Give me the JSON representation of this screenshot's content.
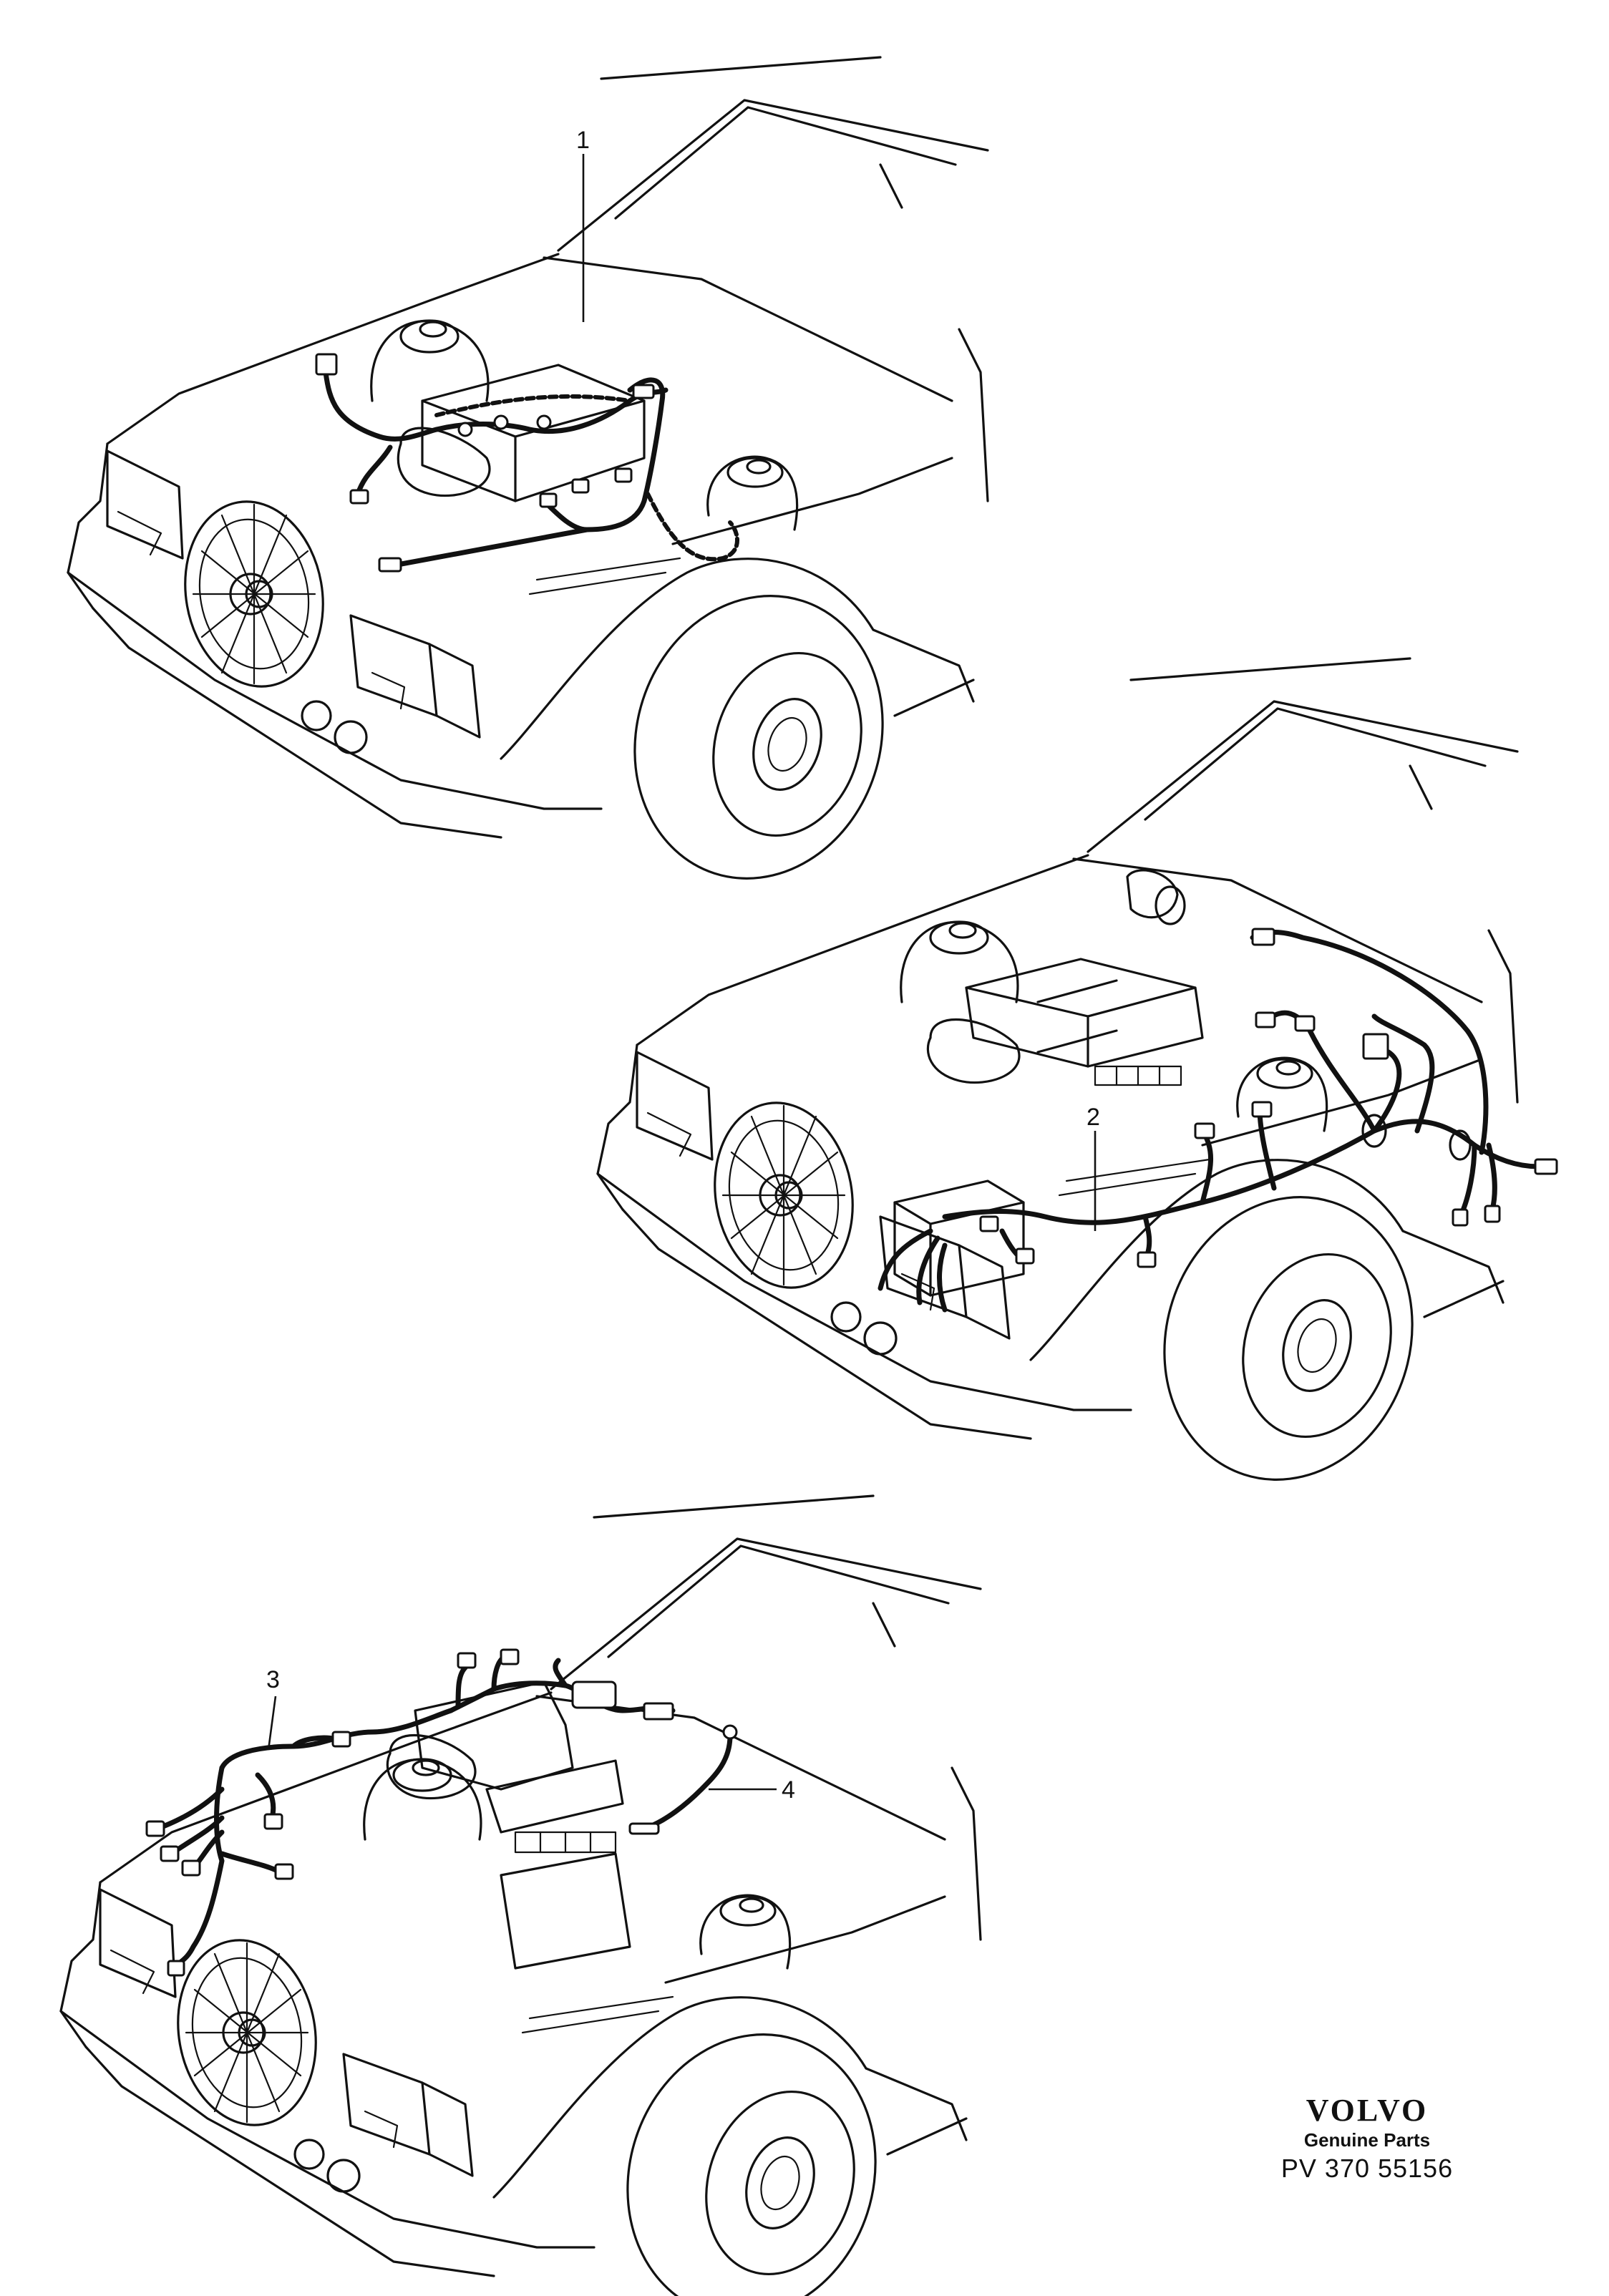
{
  "callouts": [
    {
      "id": "1",
      "label": "1"
    },
    {
      "id": "2",
      "label": "2"
    },
    {
      "id": "3",
      "label": "3"
    },
    {
      "id": "4",
      "label": "4"
    }
  ],
  "brand": {
    "logo": "VOLVO",
    "tagline": "Genuine Parts",
    "code": "PV 370 55156"
  }
}
